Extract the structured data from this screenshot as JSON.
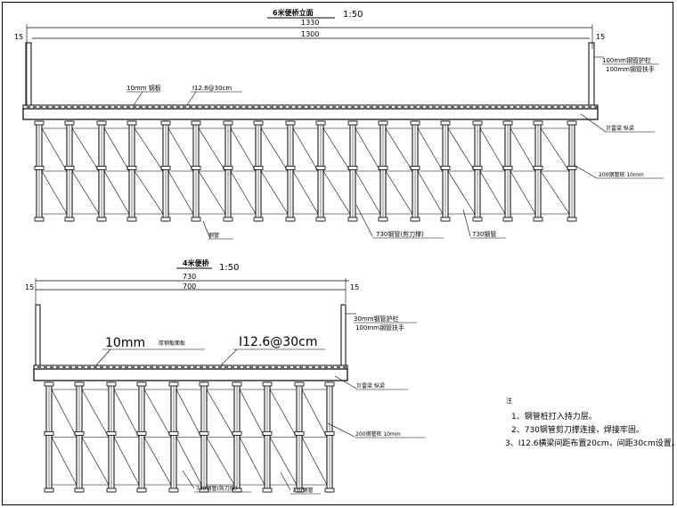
{
  "top_drawing": {
    "title": "6米便桥立面",
    "scale": "1:50",
    "dim_total_outer": "1330",
    "dim_total_inner": "1300",
    "dim_left_end": "15",
    "dim_right_end": "15",
    "label_plank": "10mm 钢板",
    "label_beam": "I12.6@30cm",
    "label_rail": "100mm钢管护栏",
    "label_rail2": "100mm钢管扶手",
    "label_main_beam": "贝雷梁 纵梁",
    "label_pier": "200钢管桩 10mm",
    "label_bracing1": "钢管",
    "label_bracing2": "730钢管(剪刀撑)",
    "label_bracing3": "730钢管"
  },
  "bottom_drawing": {
    "title": "4米便桥",
    "scale": "1:50",
    "dim_total_outer": "730",
    "dim_total_inner": "700",
    "dim_left_end": "15",
    "dim_right_end": "15",
    "label_plank": "10mm",
    "label_plank_sub": "厚钢板面板",
    "label_beam": "I12.6@30cm",
    "label_rail": "30mm钢管护栏",
    "label_rail2": "100mm钢管扶手",
    "label_main_beam": "贝雷梁 纵梁",
    "label_pier": "200钢管桩 10mm",
    "label_bracing1": "730钢管(剪刀撑)",
    "label_bracing2": "730钢管"
  },
  "notes": {
    "heading": "注",
    "items": [
      "1、钢管桩打入持力层。",
      "2、730钢管剪刀撑连接，焊接牢固。",
      "3、I12.6横梁间距布置20cm，间距30cm设置。"
    ]
  }
}
